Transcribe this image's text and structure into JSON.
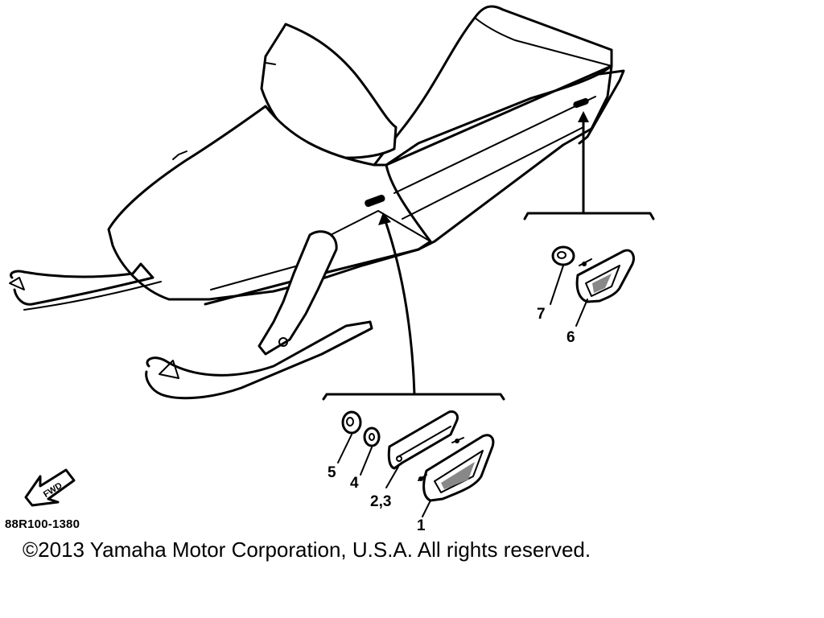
{
  "diagram": {
    "callouts": {
      "part_1": "1",
      "part_2_3": "2,3",
      "part_4": "4",
      "part_5": "5",
      "part_6": "6",
      "part_7": "7"
    },
    "reference_code": "88R100-1380",
    "fwd_label": "FWD"
  },
  "footer": {
    "copyright": "©2013 Yamaha Motor Corporation, U.S.A. All rights reserved."
  }
}
